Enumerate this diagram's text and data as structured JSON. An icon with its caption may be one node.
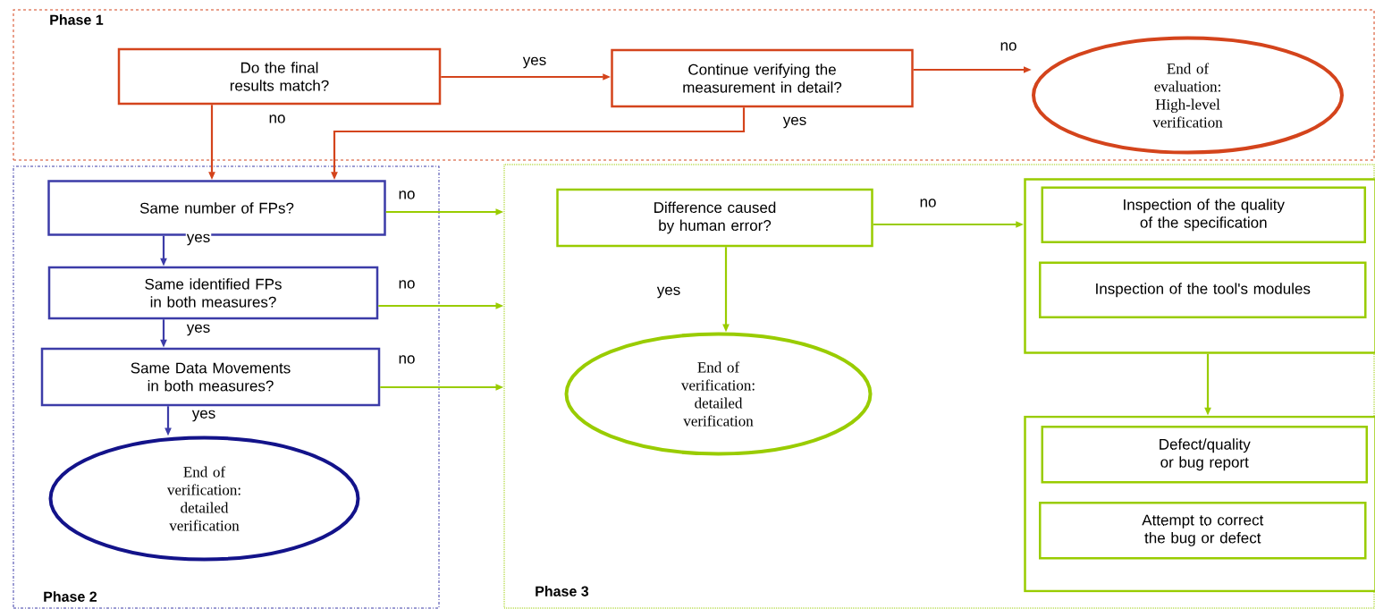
{
  "diagram": {
    "nodes": [
      {
        "text": [
          "Phase 1"
        ]
      },
      {
        "text": [
          "Do the final results match?"
        ],
        "in": 0
      },
      {
        "text": [
          "Continue verifying the measurement in detail?"
        ],
        "in": 0
      },
      {
        "text": [
          "End of evaluation: High-level verification"
        ],
        "in": 0
      },
      {
        "text": [
          "Phase 2"
        ]
      },
      {
        "text": [
          "Same number of FPs?"
        ],
        "in": 4
      },
      {
        "text": [
          "Same identified FPs in both measures?"
        ],
        "in": 4
      },
      {
        "text": [
          "Same Data Movements in both measures?"
        ],
        "in": 4
      },
      {
        "text": [
          "End of verification: detailed verification"
        ],
        "in": 4
      },
      {
        "text": [
          "Phase 3"
        ]
      },
      {
        "text": [
          "Difference caused by human error?"
        ],
        "in": 9
      },
      {
        "text": [
          "End of verification: detailed verification"
        ],
        "in": 9
      },
      {
        "text": [],
        "shape": "box",
        "in": 9
      },
      {
        "text": [
          "Inspection of the quality of the specification"
        ],
        "in": 12
      },
      {
        "text": [
          "Inspection of the tool's modules"
        ],
        "in": 12
      },
      {
        "text": [],
        "shape": "box",
        "in": 9
      },
      {
        "text": [
          "Defect/quality or bug report"
        ],
        "in": 15
      },
      {
        "text": [
          "Attempt to correct the bug or defect"
        ],
        "in": 15
      }
    ],
    "edges": [
      {
        "from": 1,
        "to": 2,
        "arrow": "to",
        "label": "yes",
        "color": "#d4441c"
      },
      {
        "from": 2,
        "to": 3,
        "arrow": "to",
        "label": "no",
        "color": "#d4441c"
      },
      {
        "from": 1,
        "to": 5,
        "arrow": "to",
        "label": "no",
        "color": "#d4441c"
      },
      {
        "from": 2,
        "to": 5,
        "arrow": "to",
        "label": "yes",
        "color": "#d4441c"
      },
      {
        "from": 5,
        "to": 6,
        "arrow": "to",
        "label": "yes",
        "color": "#3c3ca8"
      },
      {
        "from": 6,
        "to": 7,
        "arrow": "to",
        "label": "yes",
        "color": "#3c3ca8"
      },
      {
        "from": 7,
        "to": 8,
        "arrow": "to",
        "label": "yes",
        "color": "#3c3ca8"
      },
      {
        "from": 5,
        "to": 9,
        "arrow": "to",
        "label": "no"
      },
      {
        "from": 6,
        "to": 9,
        "arrow": "to",
        "label": "no"
      },
      {
        "from": 7,
        "to": 9,
        "arrow": "to",
        "label": "no"
      },
      {
        "from": 10,
        "to": 11,
        "arrow": "to",
        "label": "yes"
      },
      {
        "from": 10,
        "to": 12,
        "arrow": "to",
        "label": "no"
      },
      {
        "from": 12,
        "to": 15,
        "arrow": "to"
      }
    ]
  }
}
